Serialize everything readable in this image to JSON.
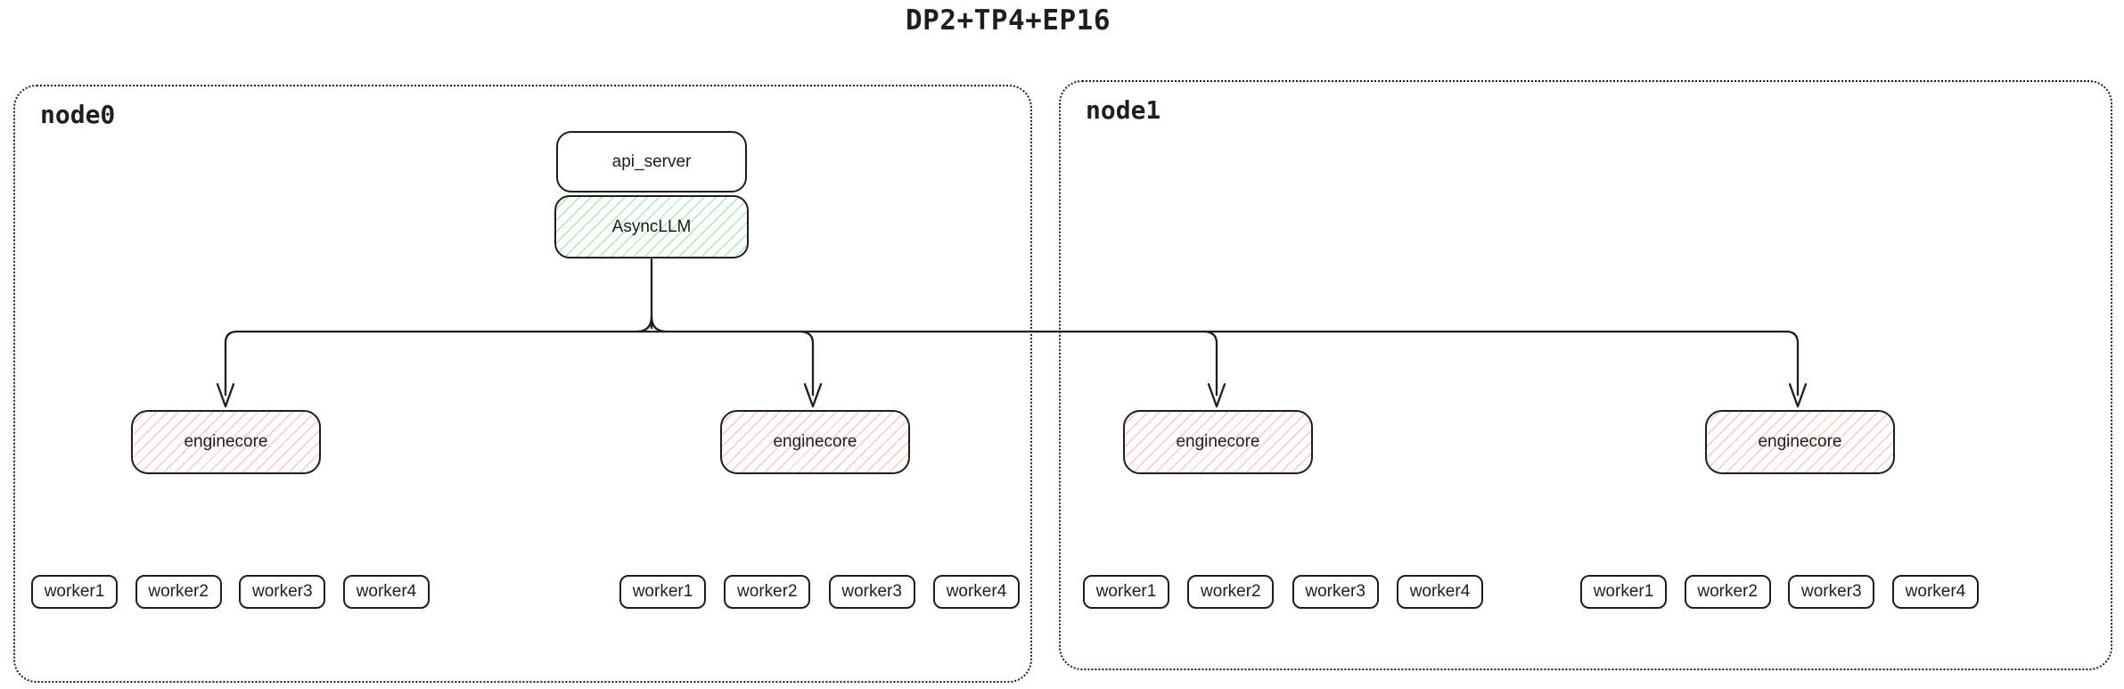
{
  "title": "DP2+TP4+EP16",
  "colors": {
    "line": "#1e1e1e",
    "async_llm_fill": "#b2f2bb",
    "enginecore_fill": "#ffc9c9",
    "background": "#ffffff"
  },
  "api_server": {
    "label": "api_server"
  },
  "async_llm": {
    "label": "AsyncLLM"
  },
  "nodes": [
    {
      "label": "node0",
      "groups": [
        {
          "enginecore_label": "enginecore",
          "workers": [
            "worker1",
            "worker2",
            "worker3",
            "worker4"
          ]
        },
        {
          "enginecore_label": "enginecore",
          "workers": [
            "worker1",
            "worker2",
            "worker3",
            "worker4"
          ]
        }
      ]
    },
    {
      "label": "node1",
      "groups": [
        {
          "enginecore_label": "enginecore",
          "workers": [
            "worker1",
            "worker2",
            "worker3",
            "worker4"
          ]
        },
        {
          "enginecore_label": "enginecore",
          "workers": [
            "worker1",
            "worker2",
            "worker3",
            "worker4"
          ]
        }
      ]
    }
  ]
}
